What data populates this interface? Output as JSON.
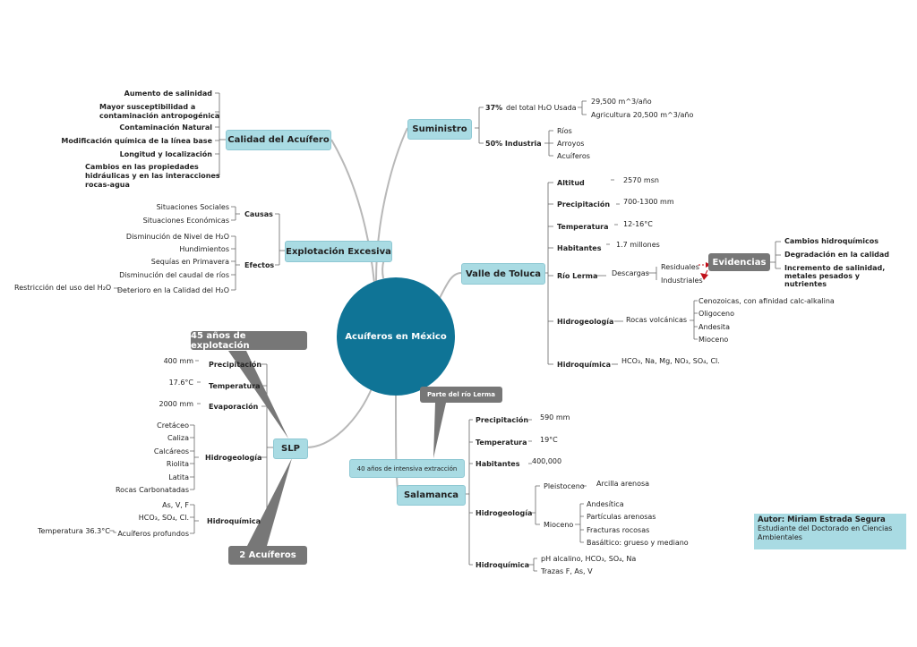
{
  "center": "Acuíferos en México",
  "suministro": {
    "label": "Suministro",
    "pct1_bold": "37%",
    "pct1_text": "del total H₂O Usada",
    "uses": [
      "29,500 m^3/año",
      "Agricultura 20,500 m^3/año"
    ],
    "pct2_bold": "50% Industria",
    "sources": [
      "Ríos",
      "Arroyos",
      "Acuíferos"
    ]
  },
  "calidad": {
    "label": "Calidad del Acuífero",
    "items": [
      "Aumento de salinidad",
      "Mayor susceptibilidad a",
      "contaminación antropogénica",
      "Contaminación Natural",
      "Modificación química de la línea base",
      "Longitud y localización",
      "Cambios en las propiedades",
      "hidráulicas y en las interacciones",
      "rocas-agua"
    ]
  },
  "explotacion": {
    "label": "Explotación Excesiva",
    "causas_label": "Causas",
    "causas": [
      "Situaciones Sociales",
      "Situaciones Económicas"
    ],
    "efectos_label": "Efectos",
    "efectos": [
      "Disminución de Nivel de H₂O",
      "Hundimientos",
      "Sequías en Primavera",
      "Disminución del caudal de ríos",
      "Deterioro en la Calidad del H₂O"
    ],
    "restriccion": "Restricción del uso del H₂O"
  },
  "toluca": {
    "label": "Valle de Toluca",
    "altitud_label": "Altitud",
    "altitud": "2570 msn",
    "precip_label": "Precipitación",
    "precip": "700-1300 mm",
    "temp_label": "Temperatura",
    "temp": "12-16°C",
    "hab_label": "Habitantes",
    "hab": "1.7 millones",
    "lerma_label": "Río Lerma",
    "descargas": "Descargas",
    "residuales": "Residuales",
    "industriales": "Industriales",
    "evidencias": "Evidencias",
    "evid_items": [
      "Cambios hidroquímicos",
      "Degradación en la calidad",
      "Incremento de salinidad,",
      "metales pesados y",
      "nutrientes"
    ],
    "hidrogeo_label": "Hidrogeología",
    "rocas": "Rocas volcánicas",
    "hidrogeo_items": [
      "Cenozoicas, con afinidad calc-alkalina",
      "Oligoceno",
      "Andesita",
      "Mioceno"
    ],
    "hidroq_label": "Hidroquímica",
    "hidroq": "HCO₃, Na, Mg, NO₃, SO₄, Cl."
  },
  "slp": {
    "label": "SLP",
    "banner_top": "45 años de explotación",
    "banner_bottom": "2 Acuíferos",
    "precip_label": "Precipitación",
    "precip": "400 mm",
    "temp_label": "Temperatura",
    "temp": "17.6°C",
    "evap_label": "Evaporación",
    "evap": "2000 mm",
    "hidrogeo_label": "Hidrogeología",
    "hidrogeo_items": [
      "Cretáceo",
      "Caliza",
      "Calcáreos",
      "Riolita",
      "Latita",
      "Rocas Carbonatadas"
    ],
    "hidroq_label": "Hidroquímica",
    "hidroq_items": [
      "As, V, F",
      "HCO₃, SO₄, Cl.",
      "Acuíferos profundos"
    ],
    "temp_extra": "Temperatura 36.3°C"
  },
  "salamanca": {
    "label": "Salamanca",
    "banner_top": "Parte del río Lerma",
    "banner_mid": "40 años de intensiva extracción",
    "precip_label": "Precipitación",
    "precip": "590 mm",
    "temp_label": "Temperatura",
    "temp": "19°C",
    "hab_label": "Habitantes",
    "hab": "400,000",
    "hidrogeo_label": "Hidrogeología",
    "pleistoceno": "Pleistoceno",
    "arcilla": "Arcilla arenosa",
    "mioceno": "Mioceno",
    "mioceno_items": [
      "Andesítica",
      "Partículas arenosas",
      "Fracturas rocosas",
      "Basáltico: grueso y mediano"
    ],
    "hidroq_label": "Hidroquímica",
    "hidroq_items": [
      "pH alcalino, HCO₃, SO₄, Na",
      "Trazas F, As, V"
    ]
  },
  "author": {
    "name": "Autor: Miriam Estrada Segura",
    "desc1": "Estudiante del Doctorado en Ciencias",
    "desc2": "Ambientales"
  },
  "colors": {
    "branch": "#a9dbe3",
    "center": "#0f7496",
    "callout": "#777777",
    "arrow": "#c0101a"
  }
}
